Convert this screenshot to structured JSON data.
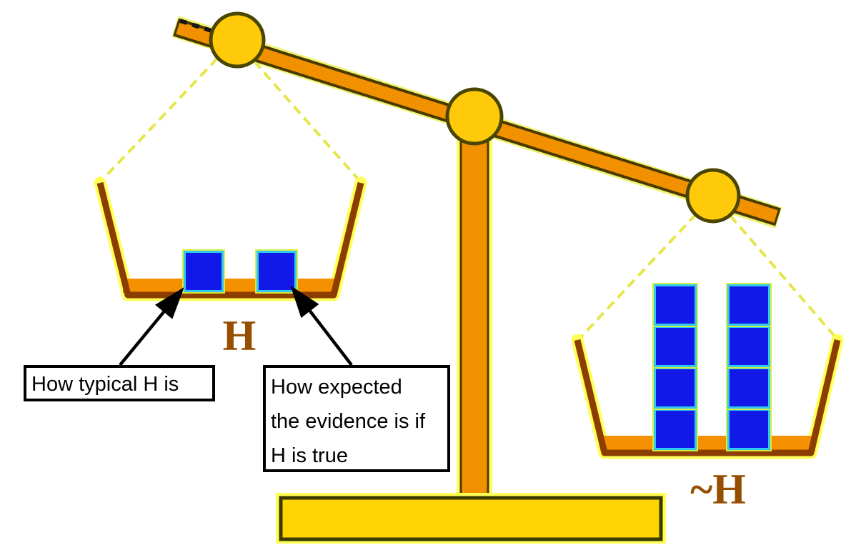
{
  "diagram": {
    "type": "balance-scale",
    "labels": {
      "left_pan": "H",
      "right_pan": "~H"
    },
    "callouts": {
      "left_box": "How typical H is",
      "right_box_lines": [
        "How expected",
        "the evidence is if",
        "H is true"
      ]
    },
    "weights": {
      "left_pan_blocks": 2,
      "right_pan_stacks": 2,
      "right_pan_blocks_per_stack": 4,
      "right_pan_blocks_total": 8
    },
    "colors": {
      "beam_orange": "#F29100",
      "knob_gold": "#FFCA0A",
      "base_gold": "#FFD400",
      "pan_brown": "#8B3E00",
      "string_yellow": "#E6E64A",
      "highlight_yellow": "#FFFF55",
      "block_blue": "#1118E8",
      "block_edge_cyan": "#2FC9F0",
      "label_brown": "#964F00",
      "outline_dark": "#4A3A00",
      "callout_border": "#000000"
    }
  }
}
